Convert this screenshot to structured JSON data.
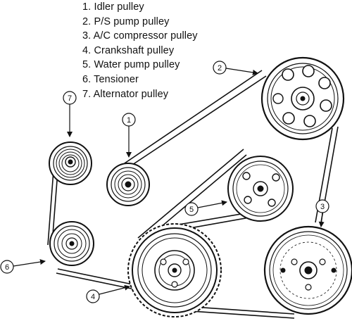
{
  "legend": [
    {
      "number": "1.",
      "label": "Idler pulley"
    },
    {
      "number": "2.",
      "label": "P/S pump pulley"
    },
    {
      "number": "3.",
      "label": "A/C compressor pulley"
    },
    {
      "number": "4.",
      "label": "Crankshaft pulley"
    },
    {
      "number": "5.",
      "label": "Water pump pulley"
    },
    {
      "number": "6.",
      "label": "Tensioner"
    },
    {
      "number": "7.",
      "label": "Alternator pulley"
    }
  ],
  "callouts": {
    "c1": "1",
    "c2": "2",
    "c3": "3",
    "c4": "4",
    "c5": "5",
    "c6": "6",
    "c7": "7"
  }
}
